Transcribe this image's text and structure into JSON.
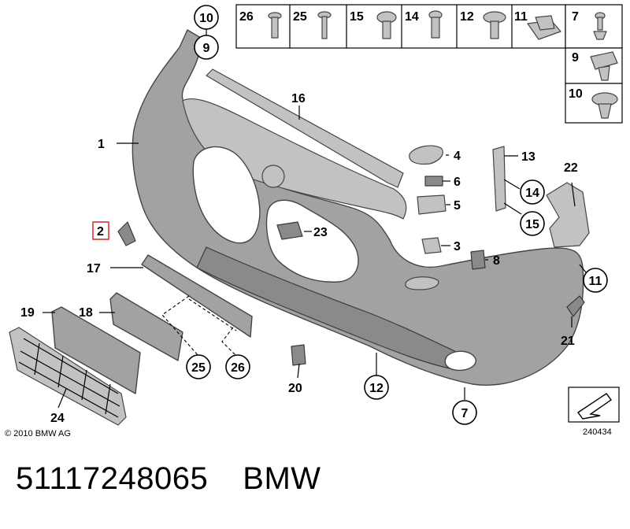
{
  "callouts": {
    "p1": "1",
    "p2": "2",
    "p3": "3",
    "p4": "4",
    "p5": "5",
    "p6": "6",
    "p8": "8",
    "p13": "13",
    "p16": "16",
    "p17": "17",
    "p18": "18",
    "p19": "19",
    "p20": "20",
    "p21": "21",
    "p22": "22",
    "p23": "23",
    "p24": "24"
  },
  "circled": {
    "c10": "10",
    "c9": "9",
    "c14": "14",
    "c15": "15",
    "c11": "11",
    "c12": "12",
    "c7": "7",
    "c25": "25",
    "c26": "26"
  },
  "fastener_table": {
    "row": [
      "26",
      "25",
      "15",
      "14",
      "12",
      "11",
      "7"
    ],
    "column": [
      "9",
      "10"
    ]
  },
  "copyright": "© 2010 BMW AG",
  "diagram_id": "240434",
  "footer": {
    "part_number": "51117248065",
    "brand": "BMW"
  },
  "colors": {
    "part_fill": "#a2a2a2",
    "highlight_box": "#d9342b"
  }
}
